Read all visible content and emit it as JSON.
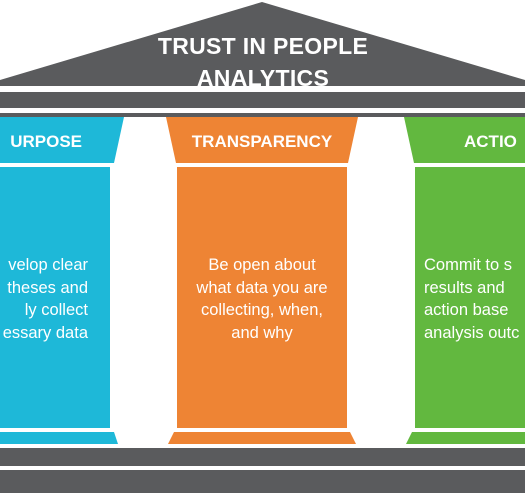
{
  "roof": {
    "title_line1": "TRUST IN PEOPLE",
    "title_line2": "ANALYTICS",
    "color": "#5a5b5d"
  },
  "beam_color": "#5a5b5d",
  "pillars": [
    {
      "heading": "URPOSE",
      "text": "velop clear\ntheses and\nly collect\nessary data",
      "color": "#1eb8d8"
    },
    {
      "heading": "TRANSPARENCY",
      "text": "Be open about\nwhat data you are\ncollecting, when,\nand why",
      "color": "#ee8434"
    },
    {
      "heading": "ACTIO",
      "text": "Commit to s\nresults and\naction base\nanalysis outc",
      "color": "#62b83f"
    }
  ]
}
